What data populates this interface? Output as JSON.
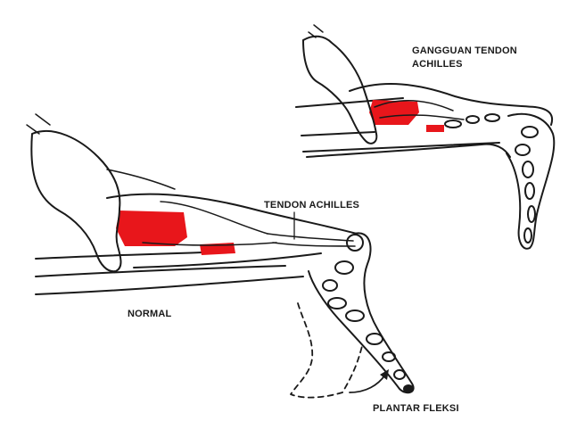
{
  "labels": {
    "gangguan_line1": "GANGGUAN TENDON",
    "gangguan_line2": "ACHILLES",
    "tendon": "TENDON ACHILLES",
    "normal": "NORMAL",
    "plantar": "PLANTAR FLEKSI"
  },
  "colors": {
    "ink": "#1a1a1a",
    "muscle_highlight": "#e8161b",
    "background": "#ffffff"
  }
}
